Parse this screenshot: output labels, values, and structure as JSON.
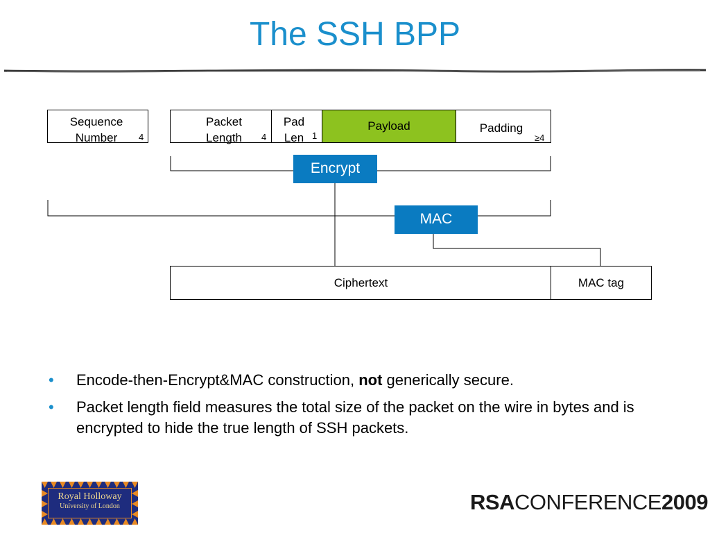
{
  "slide": {
    "title": "The SSH BPP",
    "diagram": {
      "seq_label_1": "Sequence",
      "seq_label_2": "Number",
      "seq_size": "4",
      "pktlen_label_1": "Packet",
      "pktlen_label_2": "Length",
      "pktlen_size": "4",
      "padlen_label_1": "Pad",
      "padlen_label_2": "Len",
      "padlen_size": "1",
      "payload_label": "Payload",
      "padding_label": "Padding",
      "padding_size": "≥4",
      "encrypt_label": "Encrypt",
      "mac_label": "MAC",
      "ciphertext_label": "Ciphertext",
      "mac_tag_label": "MAC tag",
      "payload_color": "#8dc21f",
      "op_color": "#0a7bc1"
    },
    "bullets": [
      {
        "pre": "Encode-then-Encrypt&MAC construction, ",
        "bold": "not",
        "post": " generically secure."
      },
      {
        "text": "Packet length field measures the total size of the packet on the wire in bytes and is encrypted to hide the true length of SSH packets."
      }
    ],
    "bullet_glyph": "•",
    "footer": {
      "left_logo_line1": "Royal Holloway",
      "left_logo_line2": "University of London",
      "right_logo_rsa": "RSA",
      "right_logo_conf": "CONFERENCE",
      "right_logo_year": "2009"
    }
  }
}
